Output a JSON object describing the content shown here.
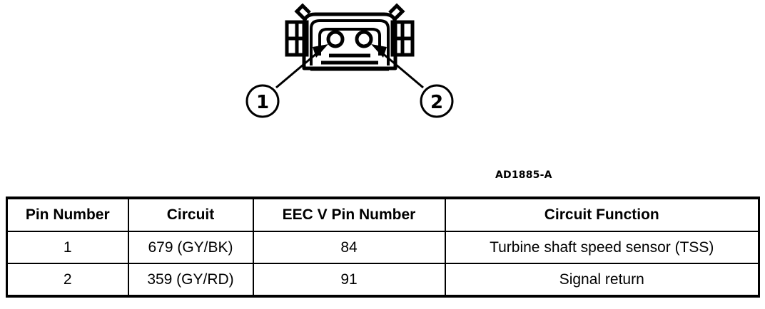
{
  "figure": {
    "name": "connector-pinout-illustration",
    "reference_code": "AD1885-A",
    "callouts": [
      {
        "label": "1",
        "points_to": "left-pin-cavity"
      },
      {
        "label": "2",
        "points_to": "right-pin-cavity"
      }
    ],
    "pin_cavity_count": 2
  },
  "table": {
    "headers": [
      "Pin Number",
      "Circuit",
      "EEC V Pin Number",
      "Circuit Function"
    ],
    "rows": [
      {
        "pin_number": "1",
        "circuit": "679 (GY/BK)",
        "eec_v_pin_number": "84",
        "circuit_function": "Turbine shaft speed sensor (TSS)"
      },
      {
        "pin_number": "2",
        "circuit": "359 (GY/RD)",
        "eec_v_pin_number": "91",
        "circuit_function": "Signal return"
      }
    ]
  },
  "colors": {
    "ink": "#000000",
    "background": "#ffffff"
  }
}
